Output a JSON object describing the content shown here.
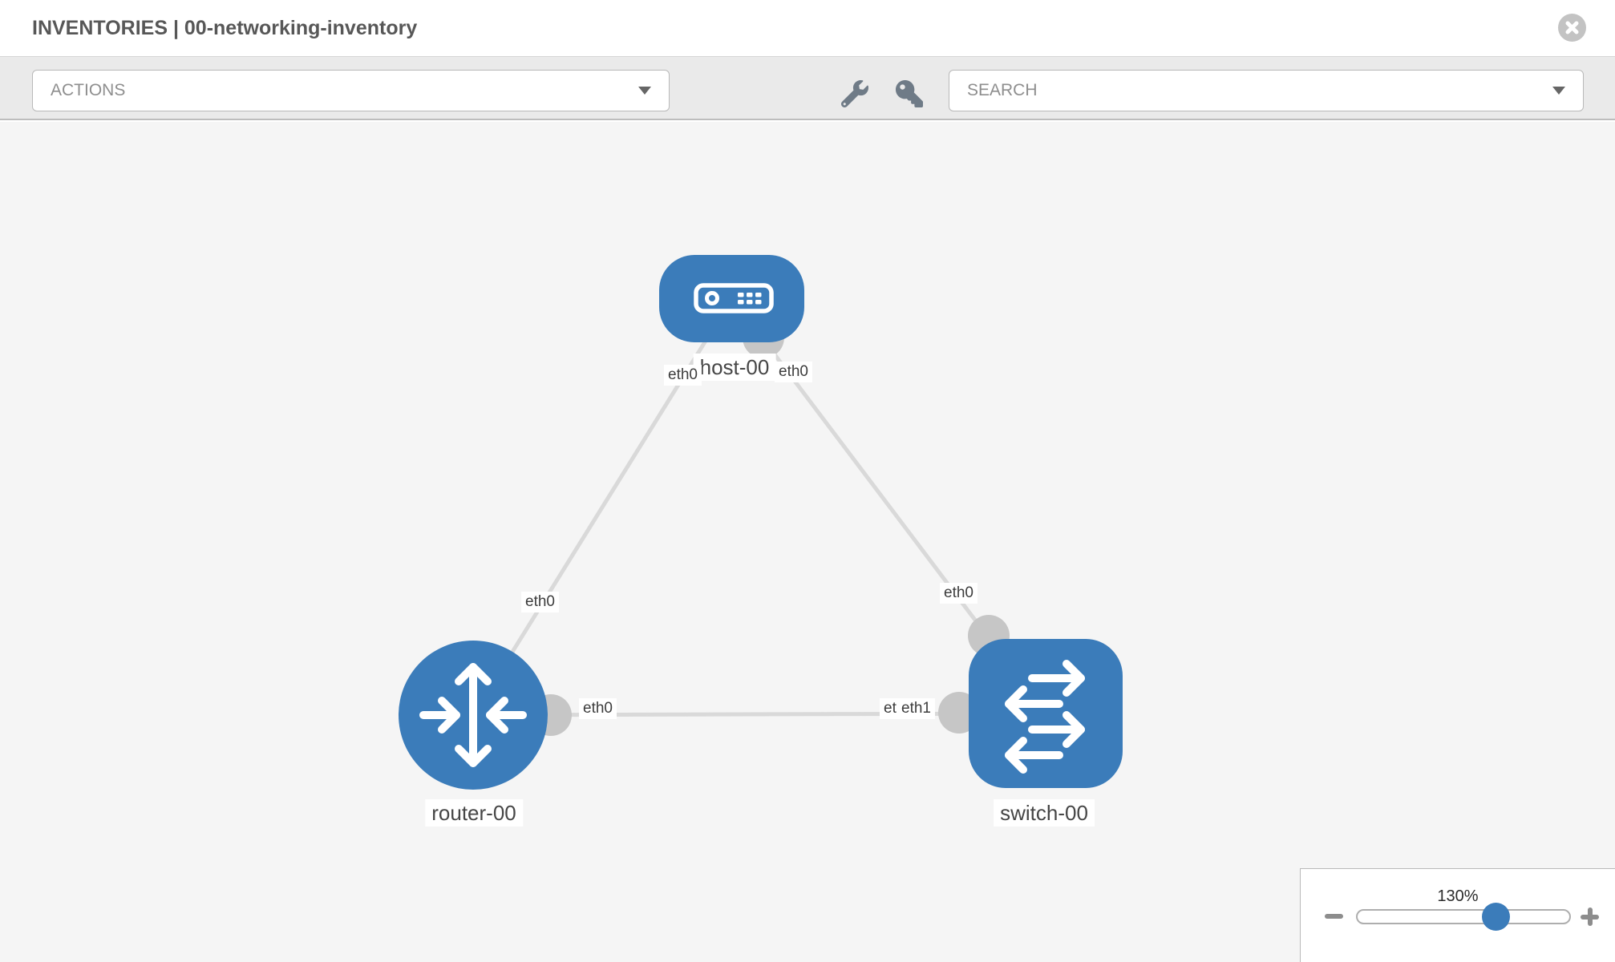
{
  "header": {
    "title": "INVENTORIES | 00-networking-inventory"
  },
  "toolbar": {
    "actions_label": "ACTIONS",
    "search_placeholder": "SEARCH",
    "icons": [
      "wrench-icon",
      "key-icon"
    ]
  },
  "topology": {
    "nodes": {
      "host": {
        "label": "host-00",
        "shape": "rounded-rect",
        "icon": "host-server-icon"
      },
      "router": {
        "label": "router-00",
        "shape": "circle",
        "icon": "router-arrows-icon"
      },
      "switch": {
        "label": "switch-00",
        "shape": "rounded-square",
        "icon": "switch-arrows-icon"
      }
    },
    "interfaces": {
      "host_to_router": "eth0",
      "host_to_switch": "eth0",
      "router_to_host": "eth0",
      "switch_to_host": "eth0",
      "router_to_switch": "eth0",
      "switch_hidden_label": "eth0",
      "switch_to_router": "eth1"
    },
    "links": [
      {
        "from": "host-00",
        "to": "router-00"
      },
      {
        "from": "host-00",
        "to": "switch-00"
      },
      {
        "from": "router-00",
        "to": "switch-00"
      }
    ]
  },
  "zoom_control": {
    "percent": "130%"
  },
  "colors": {
    "node_blue": "#3b7cba",
    "port_gray": "#c6c6c6",
    "link_gray": "#d9d9d9",
    "canvas_bg": "#f5f5f5",
    "toolbar_bg": "#eaeaea",
    "title_text": "#575757",
    "muted_text": "#8e8e8e"
  }
}
